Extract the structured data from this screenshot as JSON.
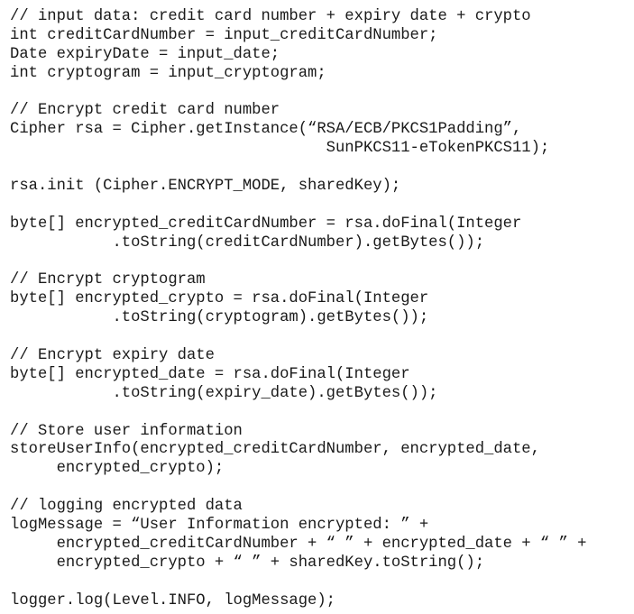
{
  "code": {
    "lines": [
      "// input data: credit card number + expiry date + crypto",
      "int creditCardNumber = input_creditCardNumber;",
      "Date expiryDate = input_date;",
      "int cryptogram = input_cryptogram;",
      "",
      "// Encrypt credit card number",
      "Cipher rsa = Cipher.getInstance(“RSA/ECB/PKCS1Padding”,",
      "                                  SunPKCS11-eTokenPKCS11);",
      "",
      "rsa.init (Cipher.ENCRYPT_MODE, sharedKey);",
      "",
      "byte[] encrypted_creditCardNumber = rsa.doFinal(Integer",
      "           .toString(creditCardNumber).getBytes());",
      "",
      "// Encrypt cryptogram",
      "byte[] encrypted_crypto = rsa.doFinal(Integer",
      "           .toString(cryptogram).getBytes());",
      "",
      "// Encrypt expiry date",
      "byte[] encrypted_date = rsa.doFinal(Integer",
      "           .toString(expiry_date).getBytes());",
      "",
      "// Store user information",
      "storeUserInfo(encrypted_creditCardNumber, encrypted_date,",
      "     encrypted_crypto);",
      "",
      "// logging encrypted data",
      "logMessage = “User Information encrypted: ” +",
      "     encrypted_creditCardNumber + “ ” + encrypted_date + “ ” +",
      "     encrypted_crypto + “ ” + sharedKey.toString();",
      "",
      "logger.log(Level.INFO, logMessage);"
    ]
  }
}
